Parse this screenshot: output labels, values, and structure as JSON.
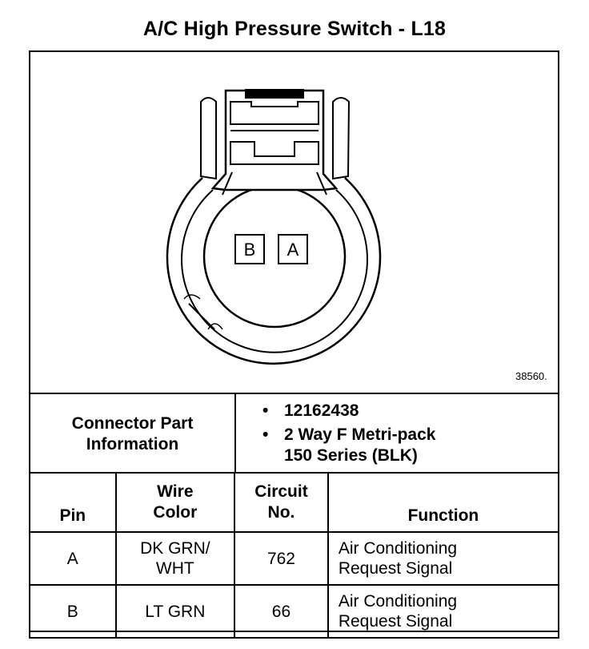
{
  "title": "A/C High Pressure Switch - L18",
  "figure_number": "38560.",
  "connector": {
    "pins": [
      "B",
      "A"
    ]
  },
  "connector_part_information": {
    "label_line1": "Connector Part",
    "label_line2": "Information",
    "items": [
      {
        "bullet": "•",
        "line1": "12162438",
        "line2": ""
      },
      {
        "bullet": "•",
        "line1": "2 Way F Metri-pack",
        "line2": "150 Series (BLK)"
      }
    ]
  },
  "table": {
    "headers": {
      "pin": "Pin",
      "wire_line1": "Wire",
      "wire_line2": "Color",
      "circuit_line1": "Circuit",
      "circuit_line2": "No.",
      "function": "Function"
    },
    "rows": [
      {
        "pin": "A",
        "wire_line1": "DK GRN/",
        "wire_line2": "WHT",
        "circuit": "762",
        "function_line1": "Air Conditioning",
        "function_line2": "Request Signal"
      },
      {
        "pin": "B",
        "wire_line1": "LT GRN",
        "wire_line2": "",
        "circuit": "66",
        "function_line1": "Air Conditioning",
        "function_line2": "Request Signal"
      }
    ]
  }
}
